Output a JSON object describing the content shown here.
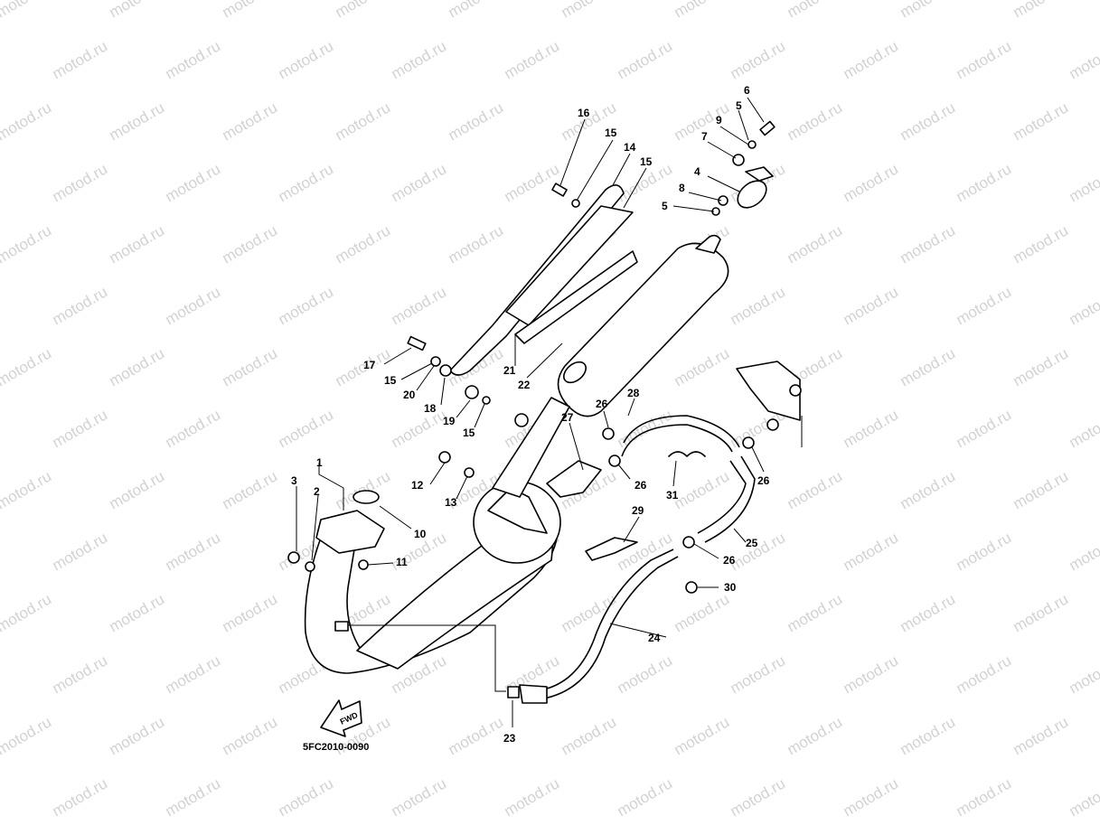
{
  "watermark": "motod.ru",
  "diagram_code": "5FC2010-0090",
  "fwd_label": "FWD",
  "callouts": [
    "1",
    "2",
    "3",
    "4",
    "5",
    "5",
    "6",
    "7",
    "8",
    "9",
    "10",
    "11",
    "12",
    "13",
    "14",
    "15",
    "15",
    "15",
    "15",
    "16",
    "17",
    "18",
    "19",
    "20",
    "21",
    "22",
    "23",
    "24",
    "25",
    "26",
    "26",
    "26",
    "26",
    "27",
    "28",
    "29",
    "30",
    "31"
  ]
}
